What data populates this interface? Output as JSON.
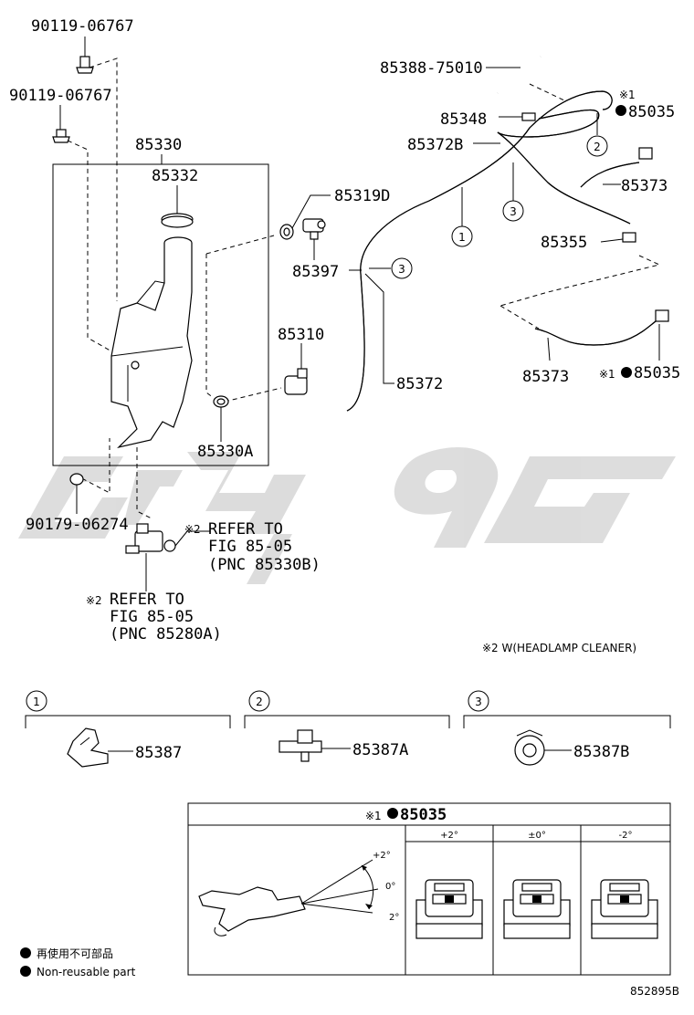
{
  "labels": {
    "p90119_a": "90119-06767",
    "p90119_b": "90119-06767",
    "p85330": "85330",
    "p85332": "85332",
    "p85319d": "85319D",
    "p85397": "85397",
    "p85310": "85310",
    "p85372": "85372",
    "p85330a": "85330A",
    "p90179": "90179-06274",
    "p85388": "85388-75010",
    "p85348": "85348",
    "p85372b": "85372B",
    "p85035_top": "85035",
    "p85373_top": "85373",
    "p85355": "85355",
    "p85373_bot": "85373",
    "p85035_bot": "85035"
  },
  "marks": {
    "note1": "※1",
    "note2": "※2"
  },
  "refer_right": {
    "line1": "REFER TO",
    "line2": "FIG 85-05",
    "line3": "(PNC 85330B)"
  },
  "refer_left": {
    "line1": "REFER TO",
    "line2": "FIG 85-05",
    "line3": "(PNC 85280A)"
  },
  "headlamp_note": "※2 W(HEADLAMP CLEANER)",
  "circle_numbers": [
    "1",
    "2",
    "3"
  ],
  "clip_parts": [
    {
      "number": "1",
      "part": "85387"
    },
    {
      "number": "2",
      "part": "85387A"
    },
    {
      "number": "3",
      "part": "85387B"
    }
  ],
  "nozzle_table": {
    "header": "85035",
    "columns": [
      "+2°",
      "±0°",
      "-2°"
    ],
    "angle_labels": [
      "+2°",
      "0°",
      "2°"
    ]
  },
  "legend": {
    "cn": "再使用不可部品",
    "en": "Non-reusable part"
  },
  "figure_id": "852895B",
  "watermark_color": "#d9d9d9"
}
